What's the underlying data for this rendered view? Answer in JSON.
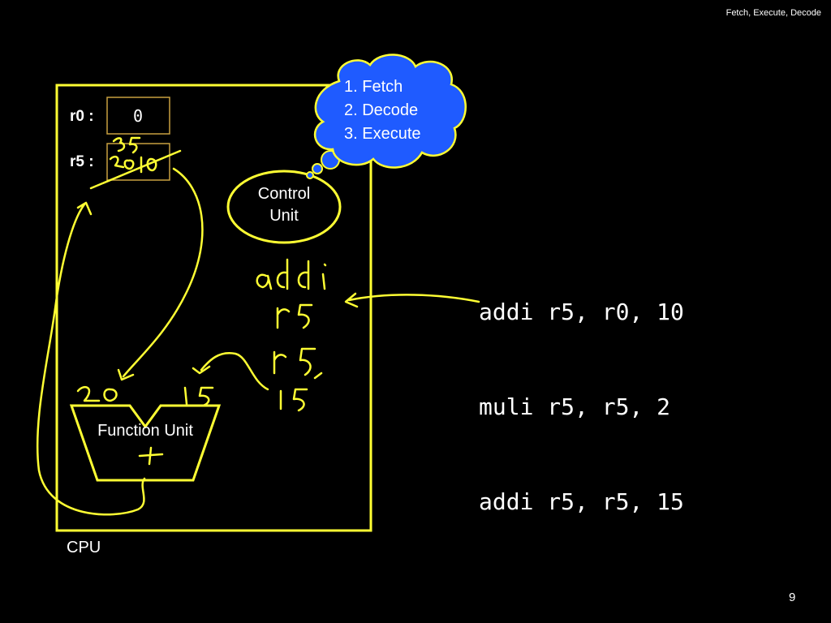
{
  "header": {
    "title": "Fetch, Execute, Decode"
  },
  "page_number": "9",
  "cpu": {
    "label": "CPU"
  },
  "registers": [
    {
      "name": "r0 :",
      "value": "0"
    },
    {
      "name": "r5 :",
      "value": ""
    }
  ],
  "control_unit": {
    "line1": "Control",
    "line2": "Unit"
  },
  "function_unit": {
    "label": "Function Unit"
  },
  "thought_cloud": {
    "steps": [
      "1. Fetch",
      "2. Decode",
      "3. Execute"
    ]
  },
  "instructions": [
    "addi r5, r0, 10",
    "muli r5, r5, 2",
    "addi r5, r5, 15"
  ],
  "colors": {
    "background": "#000000",
    "outline": "#ffff33",
    "cloud_fill": "#1f5bff",
    "register_border": "#c8a040",
    "text": "#ffffff"
  }
}
